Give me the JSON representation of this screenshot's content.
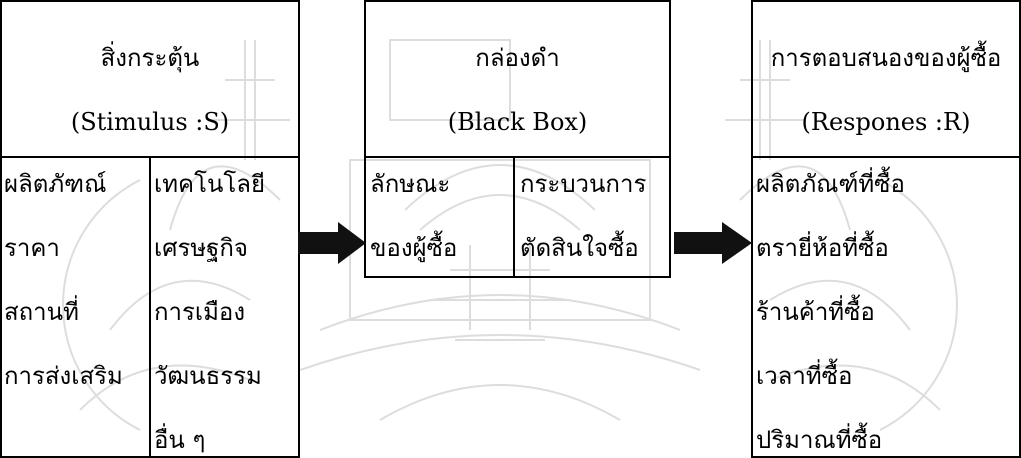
{
  "stimulus": {
    "title": "สิ่งกระตุ้น",
    "subtitle": "(Stimulus :S)",
    "marketing_items": [
      "ผลิตภัฑณ์",
      "ราคา",
      "สถานที่",
      "การส่งเสริม"
    ],
    "environment_items": [
      "เทคโนโลยี",
      "เศรษฐกิจ",
      "การเมือง",
      "วัฒนธรรม",
      "อื่น ๆ"
    ]
  },
  "black_box": {
    "title": "กล่องดำ",
    "subtitle": "(Black Box)",
    "left_lines": [
      "ลักษณะ",
      "ของผู้ซื้อ"
    ],
    "right_lines": [
      "กระบวนการ",
      "ตัดสินใจซื้อ"
    ]
  },
  "response": {
    "title": "การตอบสนองของผู้ซื้อ",
    "subtitle": "(Respones :R)",
    "items": [
      "ผลิตภัณฑ์ที่ซื้อ",
      "ตรายี่ห้อที่ซื้อ",
      "ร้านค้าที่ซื้อ",
      "เวลาที่ซื้อ",
      "ปริมาณที่ซื้อ"
    ]
  },
  "colors": {
    "line": "#000000",
    "arrow": "#111111",
    "watermark": "#d9d9d9"
  },
  "icons": {
    "arrow_1": "right-arrow-icon",
    "arrow_2": "right-arrow-icon",
    "background": "royal-emblem-watermark"
  }
}
